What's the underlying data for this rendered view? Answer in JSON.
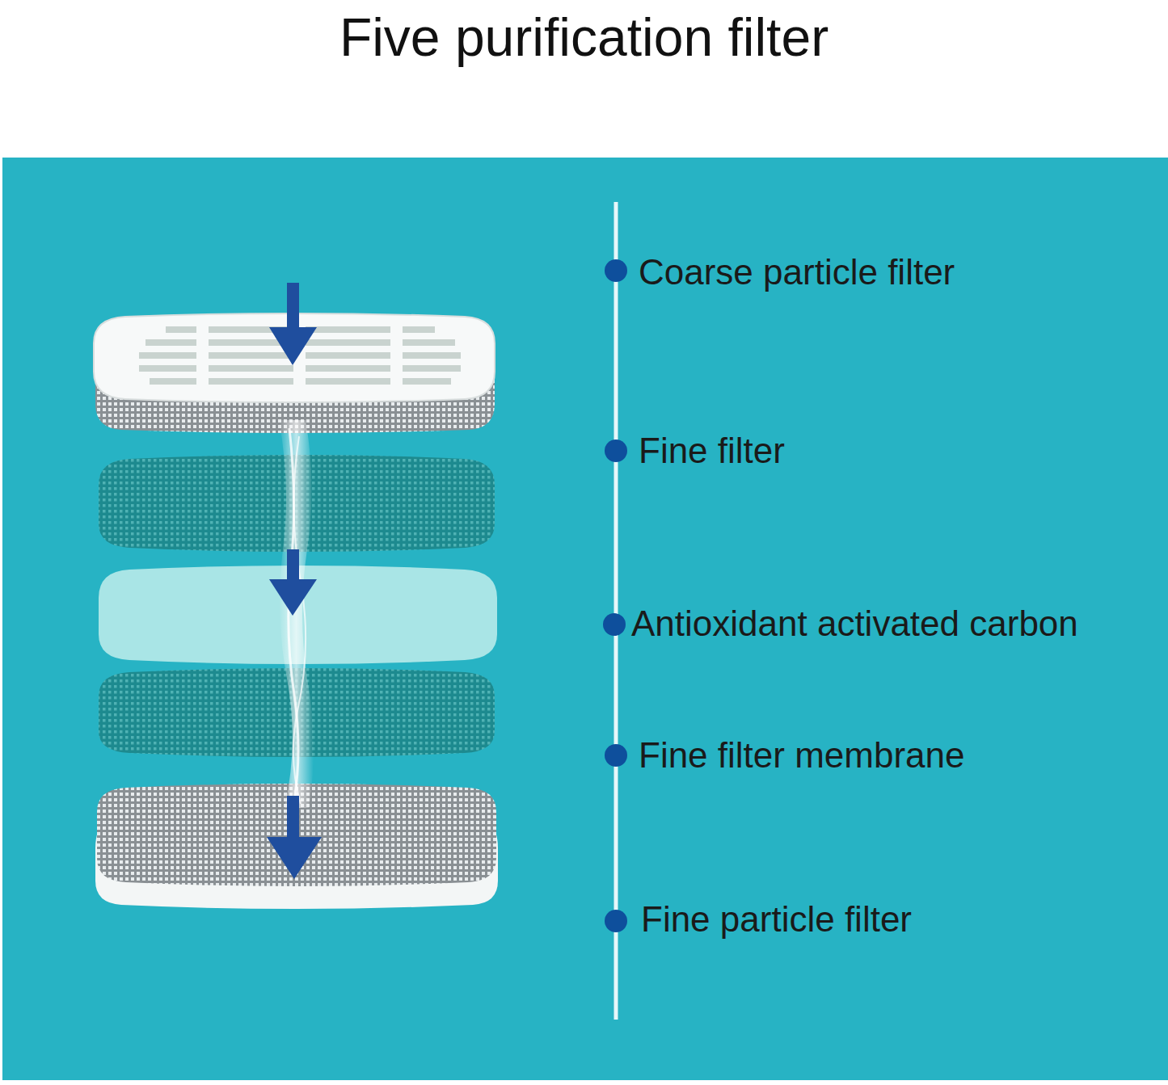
{
  "diagram": {
    "title": "Five purification filter",
    "labels": [
      "Coarse particle filter",
      "Fine filter",
      "Antioxidant activated carbon",
      "Fine filter membrane",
      "Fine particle filter"
    ]
  }
}
